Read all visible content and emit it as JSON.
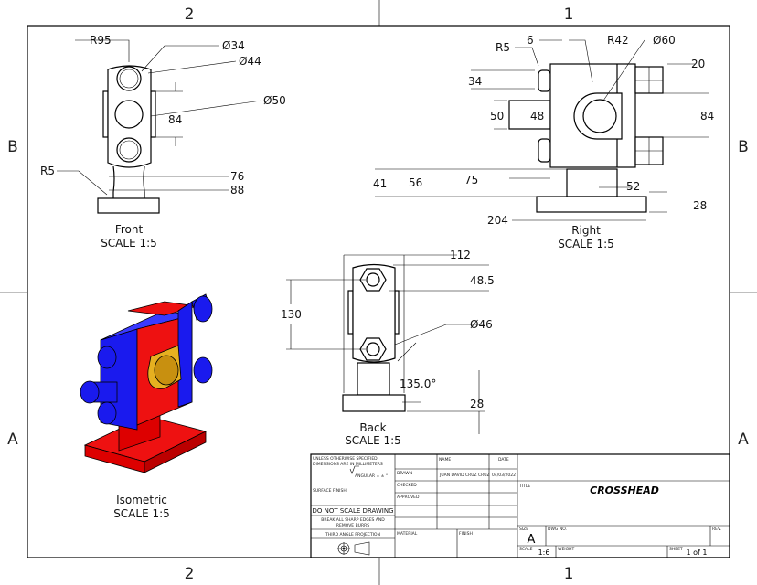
{
  "sheet": {
    "zones": {
      "top": [
        "2",
        "1"
      ],
      "bottom": [
        "2",
        "1"
      ],
      "left": [
        "B",
        "A"
      ],
      "right": [
        "B",
        "A"
      ]
    }
  },
  "views": {
    "front": {
      "name": "Front",
      "scale": "SCALE 1:5",
      "dims": {
        "r95": "R95",
        "d34": "Ø34",
        "d44": "Ø44",
        "d50": "Ø50",
        "d84": "84",
        "d76": "76",
        "d88": "88",
        "r5": "R5"
      }
    },
    "right": {
      "name": "Right",
      "scale": "SCALE 1:5",
      "dims": {
        "r5": "R5",
        "d6": "6",
        "r42": "R42",
        "d60": "Ø60",
        "d20": "20",
        "d34": "34",
        "d50": "50",
        "d48": "48",
        "d84": "84",
        "d41": "41",
        "d56": "56",
        "d75": "75",
        "d52": "52",
        "d28": "28",
        "d204": "204"
      }
    },
    "back": {
      "name": "Back",
      "scale": "SCALE 1:5",
      "dims": {
        "d112": "112",
        "d48_5": "48.5",
        "d130": "130",
        "d46": "Ø46",
        "angle": "135.0°",
        "d28": "28"
      }
    },
    "isometric": {
      "name": "Isometric",
      "scale": "SCALE 1:5",
      "colors": {
        "body": "#ee1111",
        "caps": "#1a1aee",
        "plate": "#e6b020"
      }
    }
  },
  "title_block": {
    "notes": [
      "UNLESS OTHERWISE SPECIFIED:",
      "DIMENSIONS ARE IN MILLIMETERS"
    ],
    "angular": "ANGULAR = ± °",
    "surface_finish": "SURFACE FINISH",
    "do_not_scale": "DO NOT SCALE DRAWING",
    "break_edges": [
      "BREAK ALL SHARP EDGES AND",
      "REMOVE BURRS"
    ],
    "projection": "THIRD ANGLE PROJECTION",
    "headers": {
      "name": "NAME",
      "date": "DATE"
    },
    "rows": {
      "drawn": "DRAWN",
      "checked": "CHECKED",
      "approved": "APPROVED"
    },
    "drawn_by": "JUAN DAVID CRUZ CRUZ",
    "drawn_date": "04/03/2022",
    "material_label": "MATERIAL",
    "finish_label": "FINISH",
    "title_label": "TITLE",
    "title": "CROSSHEAD",
    "size_label": "SIZE",
    "size": "A",
    "dwg_no_label": "DWG NO.",
    "rev_label": "REV.",
    "scale_label": "SCALE",
    "scale": "1:6",
    "weight_label": "WEIGHT",
    "sheet_label": "SHEET",
    "sheet": "1 of 1"
  }
}
